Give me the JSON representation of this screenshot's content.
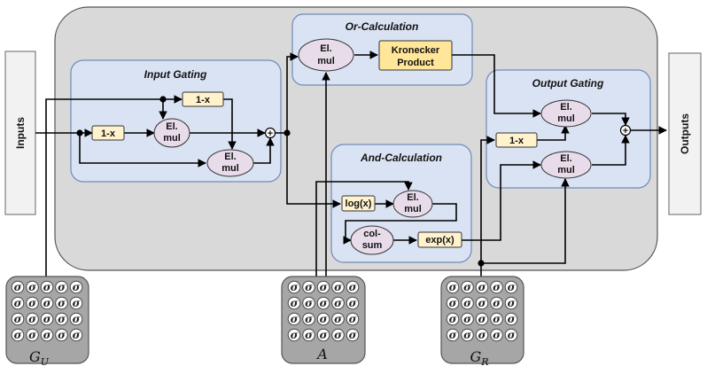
{
  "inputs_label": "Inputs",
  "outputs_label": "Outputs",
  "sections": {
    "input_gating": "Input Gating",
    "or_calculation": "Or-Calculation",
    "and_calculation": "And-Calculation",
    "output_gating": "Output Gating"
  },
  "ops": {
    "one_minus_x": "1-x",
    "el": "El.",
    "mul": "mul",
    "kronecker_1": "Kronecker",
    "kronecker_2": "Product",
    "log": "log(x)",
    "exp": "exp(x)",
    "col": "col-",
    "sum": "sum",
    "plus": "+"
  },
  "sigma_symbol": "σ",
  "gates": {
    "gu_main": "G",
    "gu_sub": "U",
    "a": "A",
    "gr_main": "G",
    "gr_sub": "R"
  },
  "colors": {
    "outer_bg": "#d9d9d9",
    "section_bg": "#dae3f3",
    "section_border": "#6f8ab8",
    "ellipse_fill": "#e8dcea",
    "op_box_fill": "#fff2cc",
    "kronecker_fill": "#ffe699",
    "gate_fill": "#a6a6a6"
  }
}
